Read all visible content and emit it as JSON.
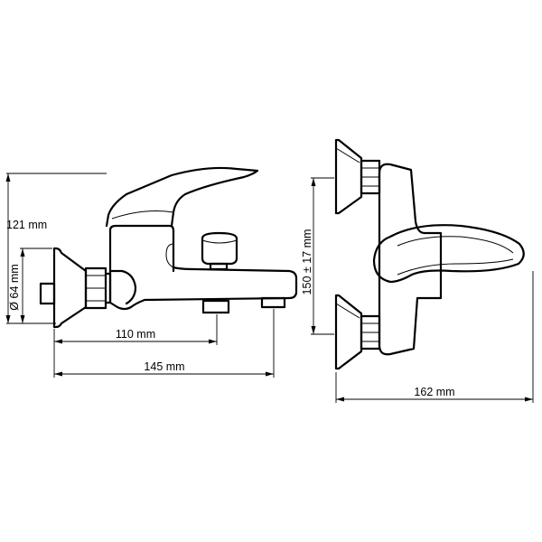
{
  "dimensions": {
    "height_overall": "121 mm",
    "flange_diameter": "Ø 64 mm",
    "spout_to_outlet": "110 mm",
    "overall_depth": "145 mm",
    "inlet_centres": "150 ± 17 mm",
    "overall_width": "162 mm"
  }
}
